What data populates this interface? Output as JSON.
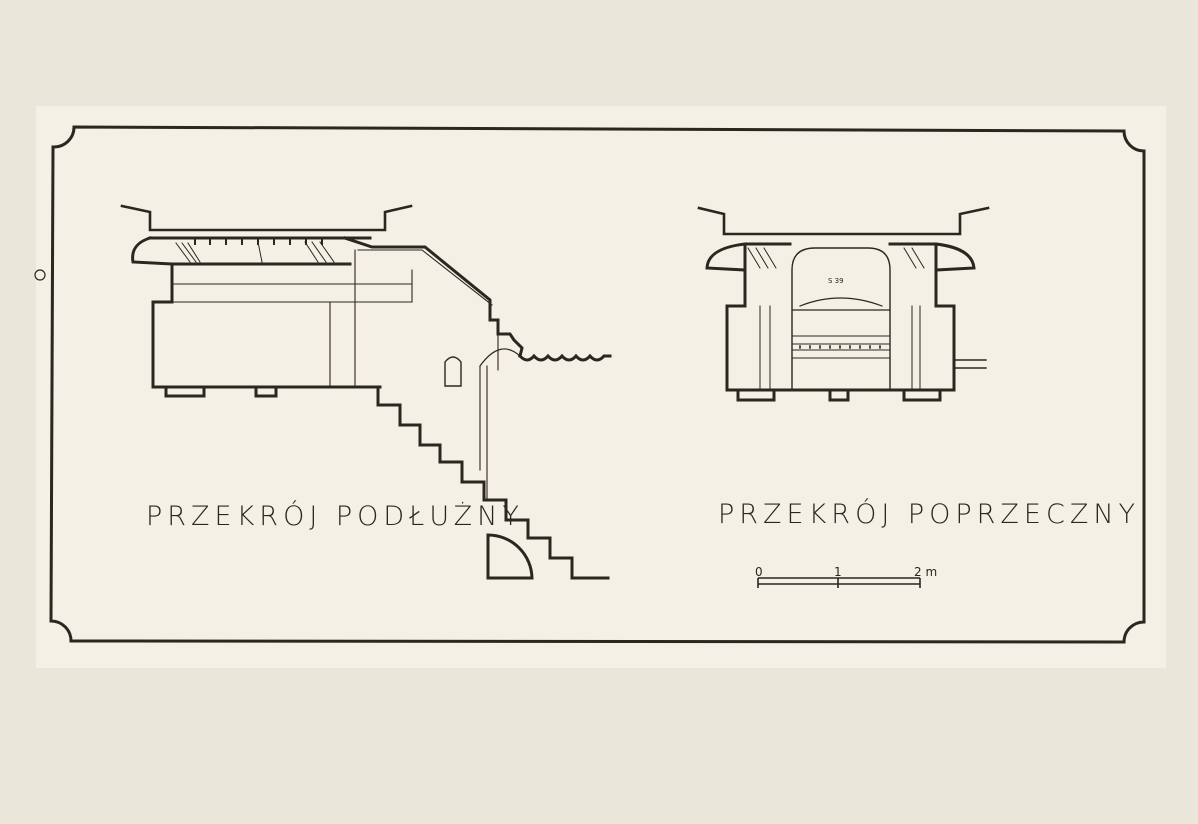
{
  "drawing": {
    "left_section": {
      "title": "PRZEKRÓJ PODŁUŻNY"
    },
    "right_section": {
      "title": "PRZEKRÓJ POPRZECZNY",
      "plate_label": "S 39"
    },
    "scale_bar": {
      "ticks": [
        "0",
        "1",
        "2 m"
      ]
    },
    "colors": {
      "page": "#eae6da",
      "sheet": "#f4f0e6",
      "ink": "#2b2620"
    }
  }
}
